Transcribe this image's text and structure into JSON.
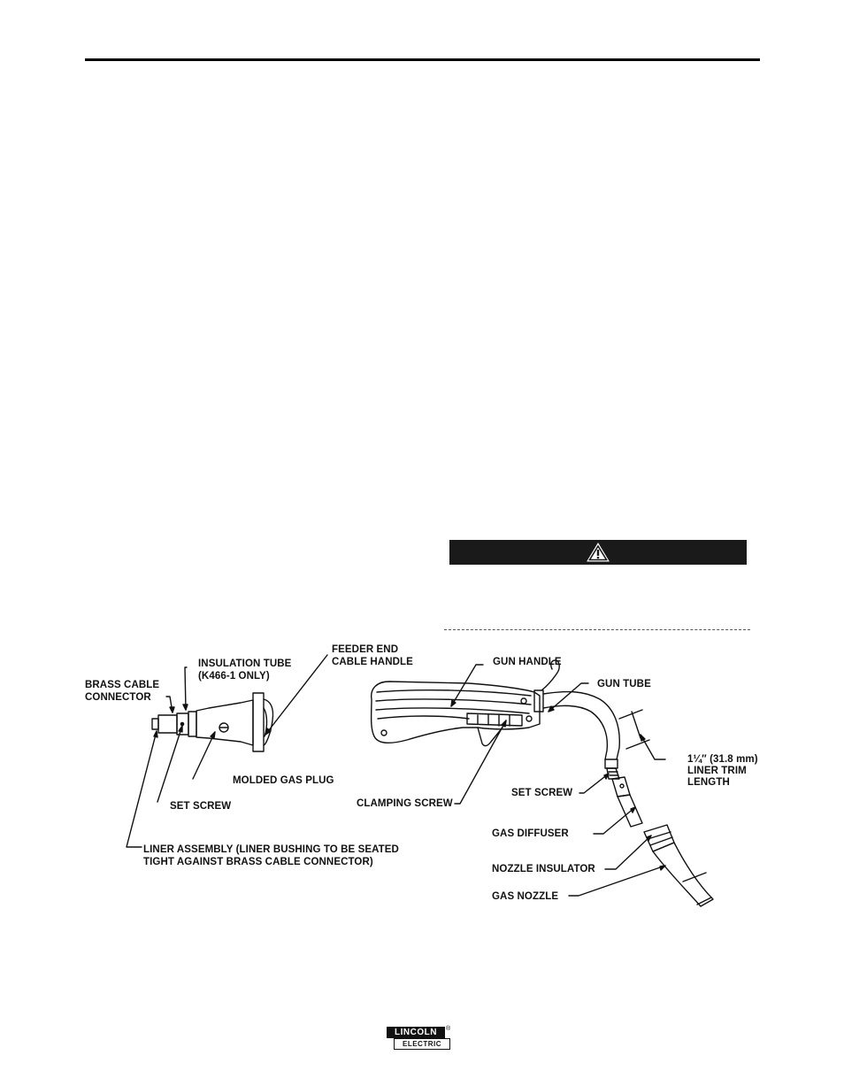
{
  "labels_left": {
    "feeder_end_1": "FEEDER END",
    "feeder_end_2": "CABLE HANDLE",
    "insulation_tube_1": "INSULATION TUBE",
    "insulation_tube_2": "(K466-1 ONLY)",
    "brass_cable_1": "BRASS CABLE",
    "brass_cable_2": "CONNECTOR",
    "molded_gas_plug": "MOLDED GAS PLUG",
    "set_screw": "SET SCREW",
    "liner_assembly_1": "LINER ASSEMBLY (LINER BUSHING TO BE SEATED",
    "liner_assembly_2": "TIGHT AGAINST BRASS CABLE CONNECTOR)"
  },
  "labels_right": {
    "gun_handle": "GUN HANDLE",
    "gun_tube": "GUN TUBE",
    "trim_1": "1¼″ (31.8 mm)",
    "trim_2": "LINER TRIM",
    "trim_3": "LENGTH",
    "set_screw": "SET SCREW",
    "clamping_screw": "CLAMPING SCREW",
    "gas_diffuser": "GAS DIFFUSER",
    "nozzle_insulator": "NOZZLE INSULATOR",
    "gas_nozzle": "GAS NOZZLE"
  },
  "logo": {
    "top": "LINCOLN",
    "bottom": "ELECTRIC",
    "reg": "®"
  },
  "icons": {
    "warning": "warning-triangle-icon"
  }
}
